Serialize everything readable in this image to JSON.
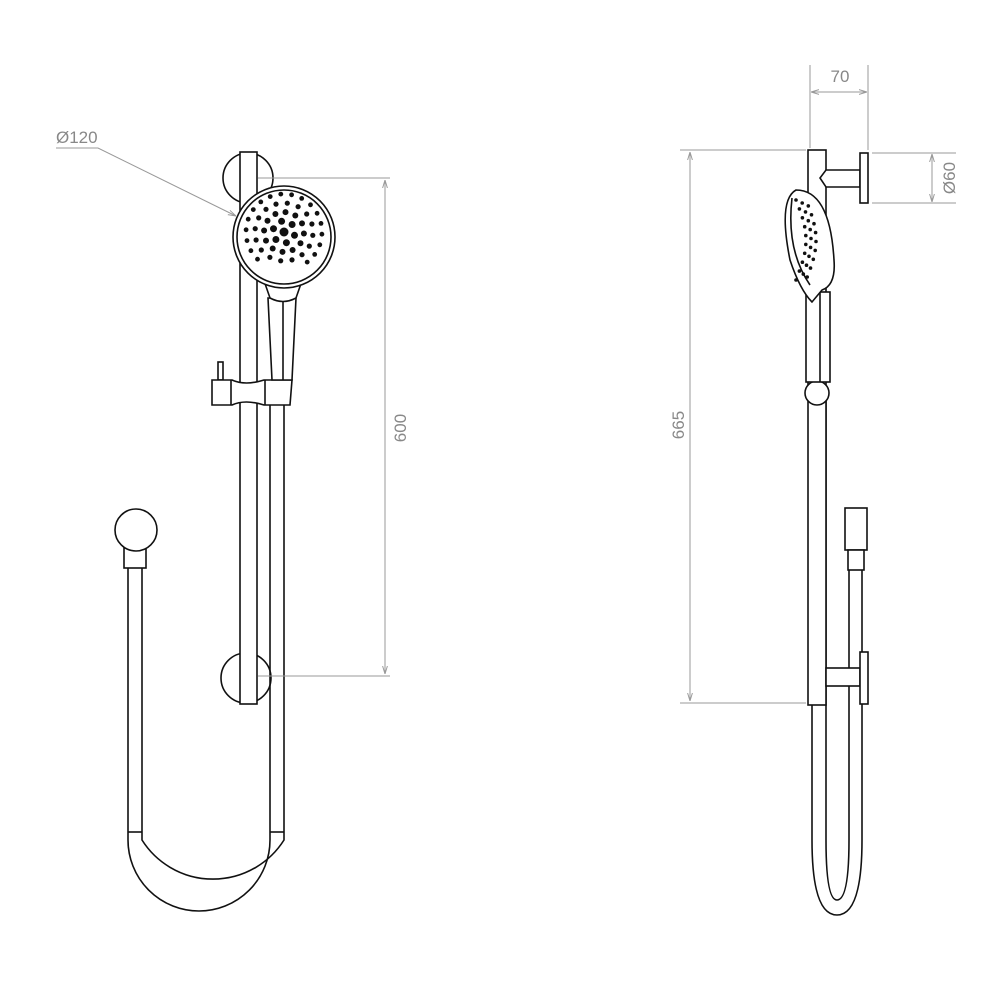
{
  "drawing": {
    "front_view": {
      "head_diameter_label": "Ø120",
      "rail_length_label": "600"
    },
    "side_view": {
      "projection_label": "70",
      "flange_diameter_label": "Ø60",
      "overall_height_label": "665"
    },
    "colors": {
      "line": "#111111",
      "dimension": "#999999",
      "text": "#888888"
    }
  }
}
